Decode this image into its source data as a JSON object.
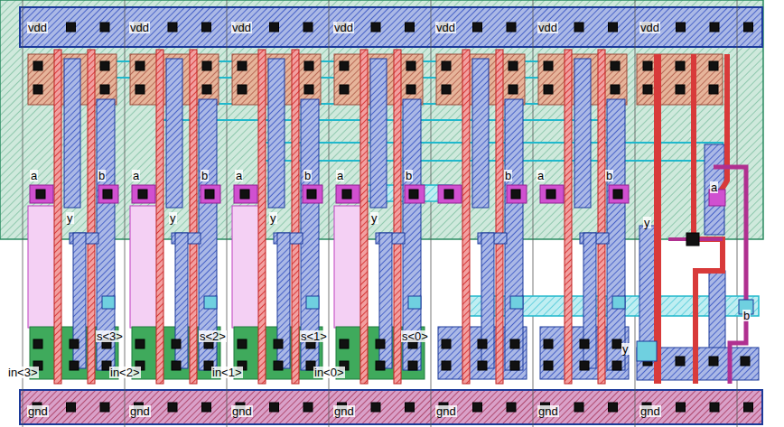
{
  "diagram": {
    "labels": [
      "vdd",
      "vdd",
      "vdd",
      "vdd",
      "vdd",
      "vdd",
      "vdd",
      "gnd",
      "gnd",
      "gnd",
      "gnd",
      "gnd",
      "gnd",
      "gnd",
      "a",
      "b",
      "a",
      "b",
      "a",
      "b",
      "a",
      "b",
      "b",
      "a",
      "b",
      "a",
      "y",
      "y",
      "y",
      "y",
      "y",
      "y",
      "s<3>",
      "s<2>",
      "s<1>",
      "s<0>",
      "in<3>",
      "in<2>",
      "in<1>",
      "in<0>",
      "b"
    ]
  }
}
